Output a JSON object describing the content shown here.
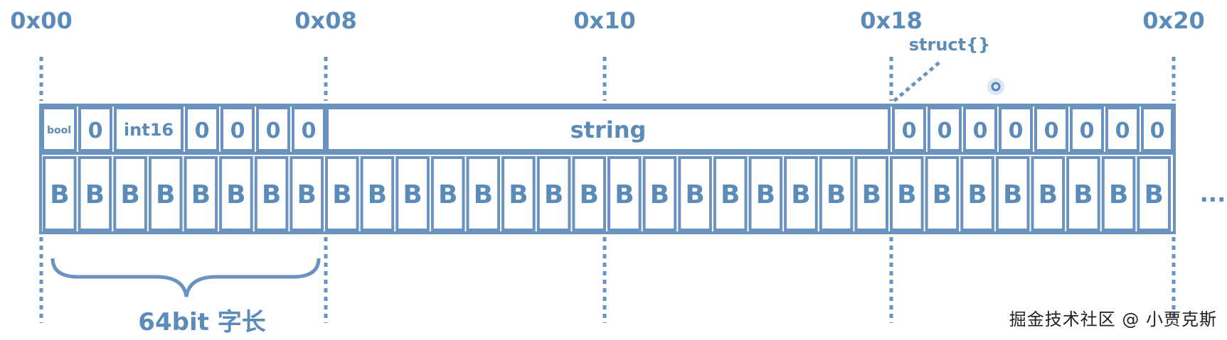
{
  "addresses": [
    "0x00",
    "0x08",
    "0x10",
    "0x18",
    "0x20"
  ],
  "field_row": [
    "bool",
    "0",
    "int16",
    "0",
    "0",
    "0",
    "0",
    "string",
    "0",
    "0",
    "0",
    "0",
    "0",
    "0",
    "0",
    "0"
  ],
  "byte_label": "B",
  "byte_count": 32,
  "ellipsis": "...",
  "struct_label": "struct{}",
  "word_label": "64bit 字长",
  "watermark": "掘金技术社区 @ 小贾克斯",
  "colors": {
    "line": "#6a94bf",
    "text": "#5b8bb8",
    "dot": "#4f86c0"
  }
}
